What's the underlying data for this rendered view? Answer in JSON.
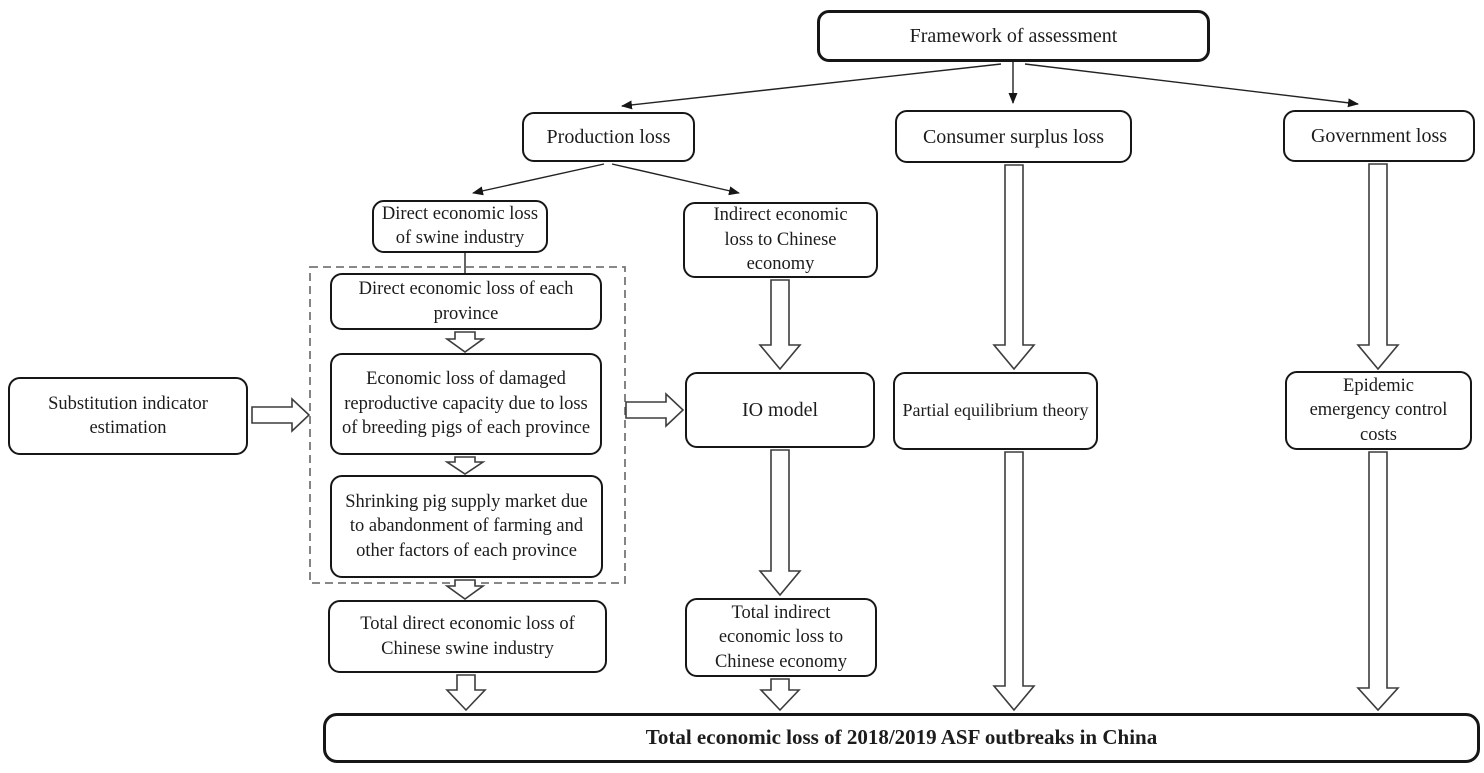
{
  "figure_title": "Framework of assessment",
  "colors": {
    "background": "#ffffff",
    "box_border": "#161616",
    "arrow_outline": "#3d3d3d",
    "dashed_border": "#777777",
    "text": "#1c1c1c"
  },
  "nodes": {
    "framework": {
      "label": "Framework of assessment"
    },
    "production_loss": {
      "label": "Production loss"
    },
    "consumer_surplus_loss": {
      "label": "Consumer surplus loss"
    },
    "government_loss": {
      "label": "Government loss"
    },
    "direct_loss_swine": {
      "label": "Direct economic loss of swine industry"
    },
    "indirect_loss_economy": {
      "label": "Indirect economic loss to Chinese economy"
    },
    "direct_loss_province": {
      "label": "Direct economic loss of each province"
    },
    "reproductive_loss": {
      "label": "Economic loss of damaged reproductive capacity due to loss of breeding pigs of each province"
    },
    "shrinking_supply": {
      "label": "Shrinking pig supply market due to abandonment of farming and other factors of each province"
    },
    "substitution_indicator": {
      "label": "Substitution indicator estimation"
    },
    "io_model": {
      "label": "IO model"
    },
    "partial_equilibrium": {
      "label": "Partial equilibrium theory"
    },
    "epidemic_costs": {
      "label": "Epidemic emergency control costs"
    },
    "total_direct_loss": {
      "label": "Total direct economic loss of Chinese swine industry"
    },
    "total_indirect_loss": {
      "label": "Total indirect economic loss to Chinese economy"
    },
    "total_loss": {
      "label": "Total economic loss of 2018/2019 ASF outbreaks in China"
    }
  }
}
